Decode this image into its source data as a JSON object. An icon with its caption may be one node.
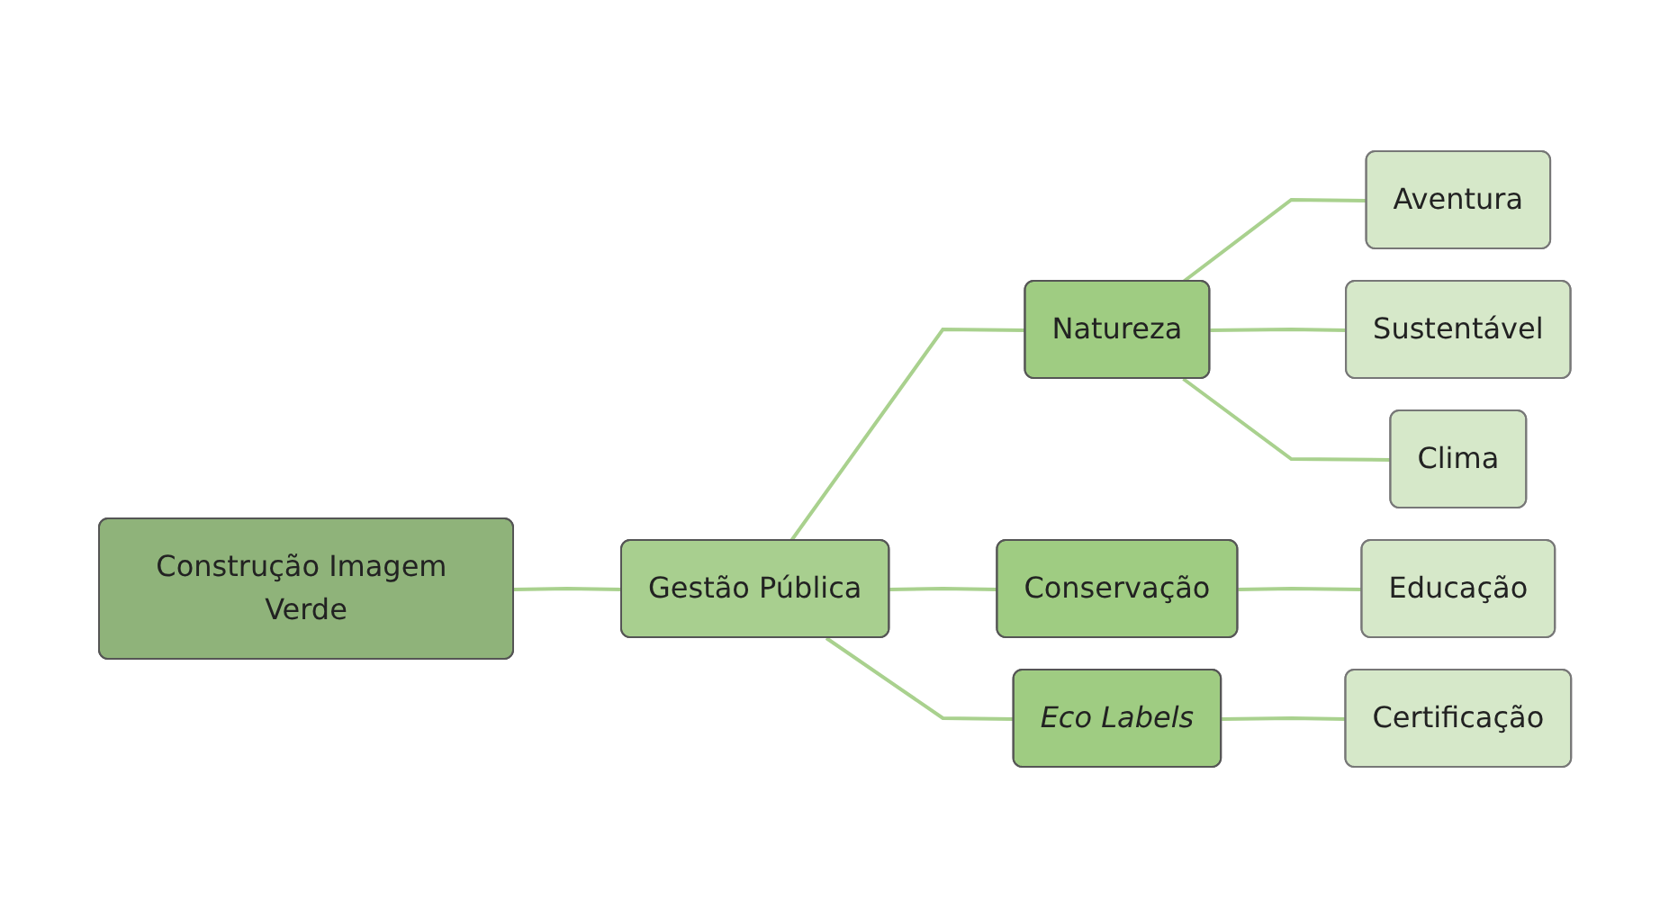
{
  "diagram": {
    "nodes": [
      {
        "text": [
          "Construção Imagem Verde"
        ]
      },
      {
        "text": [
          "Gestão Pública"
        ]
      },
      {
        "text": [
          "Natureza"
        ]
      },
      {
        "text": [
          "Aventura"
        ]
      },
      {
        "text": [
          "Sustentável"
        ]
      },
      {
        "text": [
          "Clima"
        ]
      },
      {
        "text": [
          "Conservação"
        ]
      },
      {
        "text": [
          "Educação"
        ]
      },
      {
        "text": [
          "Eco Labels"
        ]
      },
      {
        "text": [
          "Certificação"
        ]
      }
    ],
    "edges": [
      {
        "from": 0,
        "to": 1,
        "arrow": "none"
      },
      {
        "from": 1,
        "to": 2,
        "arrow": "none"
      },
      {
        "from": 1,
        "to": 6,
        "arrow": "none"
      },
      {
        "from": 1,
        "to": 8,
        "arrow": "none"
      },
      {
        "from": 2,
        "to": 3,
        "arrow": "none"
      },
      {
        "from": 2,
        "to": 4,
        "arrow": "none"
      },
      {
        "from": 2,
        "to": 5,
        "arrow": "none"
      },
      {
        "from": 6,
        "to": 7,
        "arrow": "none"
      },
      {
        "from": 8,
        "to": 9,
        "arrow": "none"
      }
    ]
  }
}
